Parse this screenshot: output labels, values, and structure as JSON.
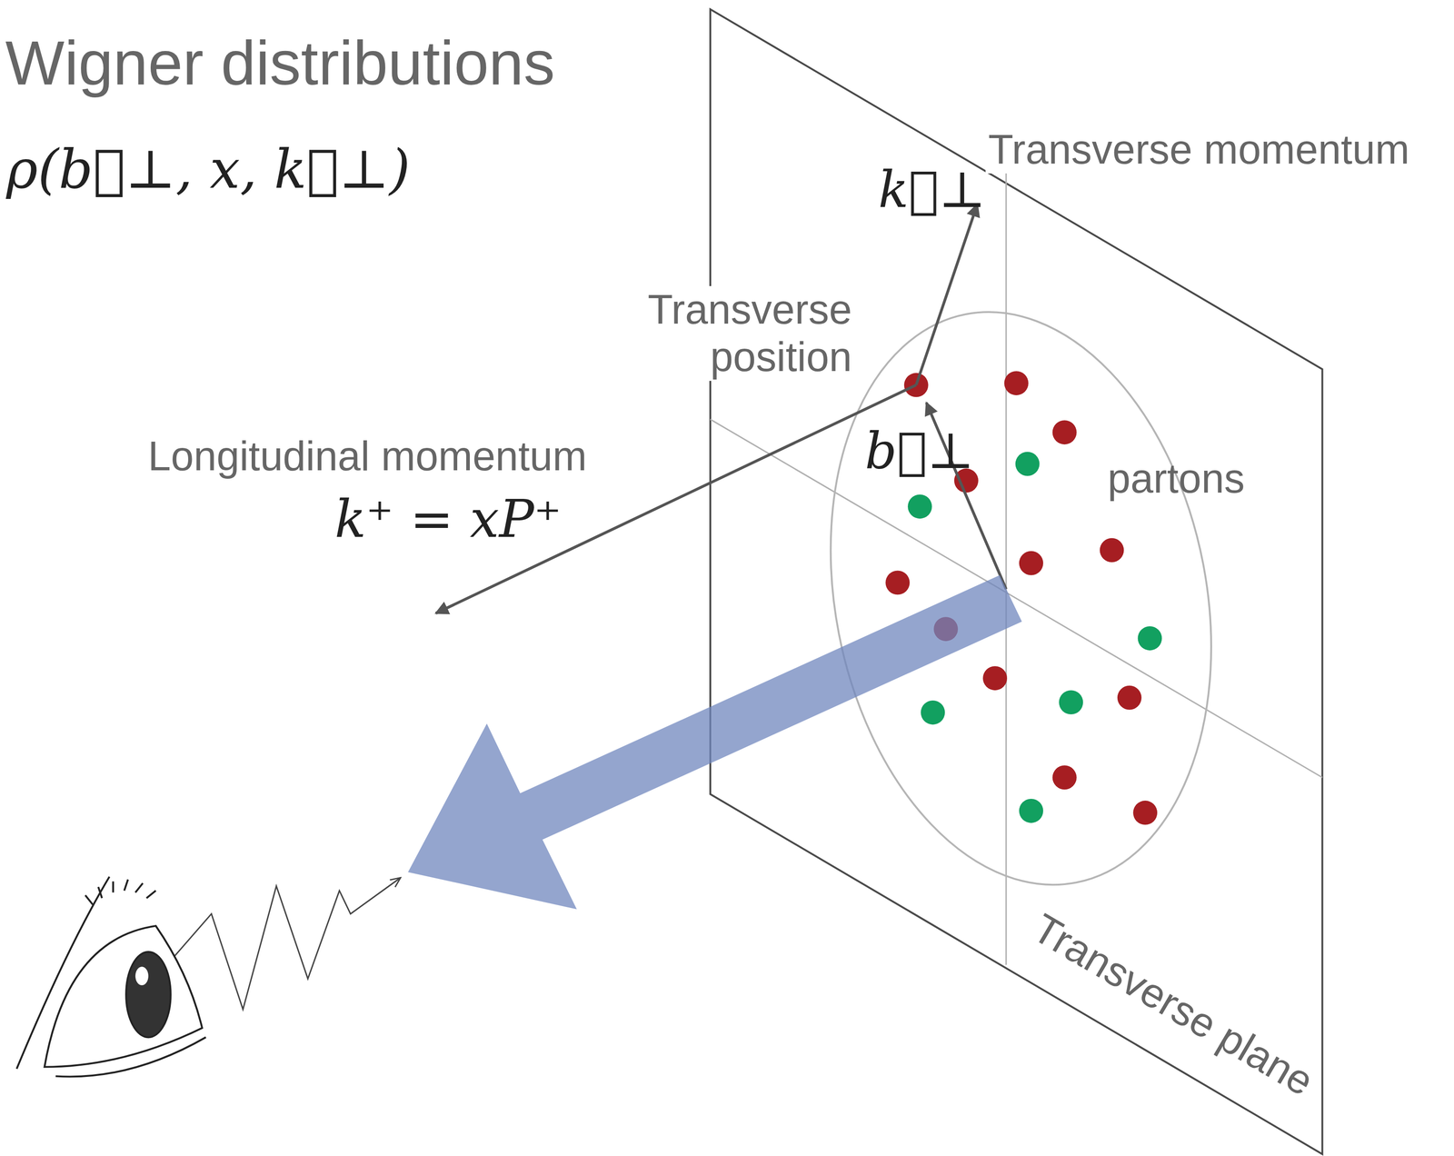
{
  "diagram": {
    "title": "Wigner distributions",
    "labels": [
      "ρ(b⃗⊥, x, k⃗⊥)",
      "Transverse momentum",
      "k⃗⊥",
      "Transverse position",
      "b⃗⊥",
      "Longitudinal momentum",
      "k⁺ = xP⁺",
      "partons",
      "Transverse plane"
    ]
  }
}
